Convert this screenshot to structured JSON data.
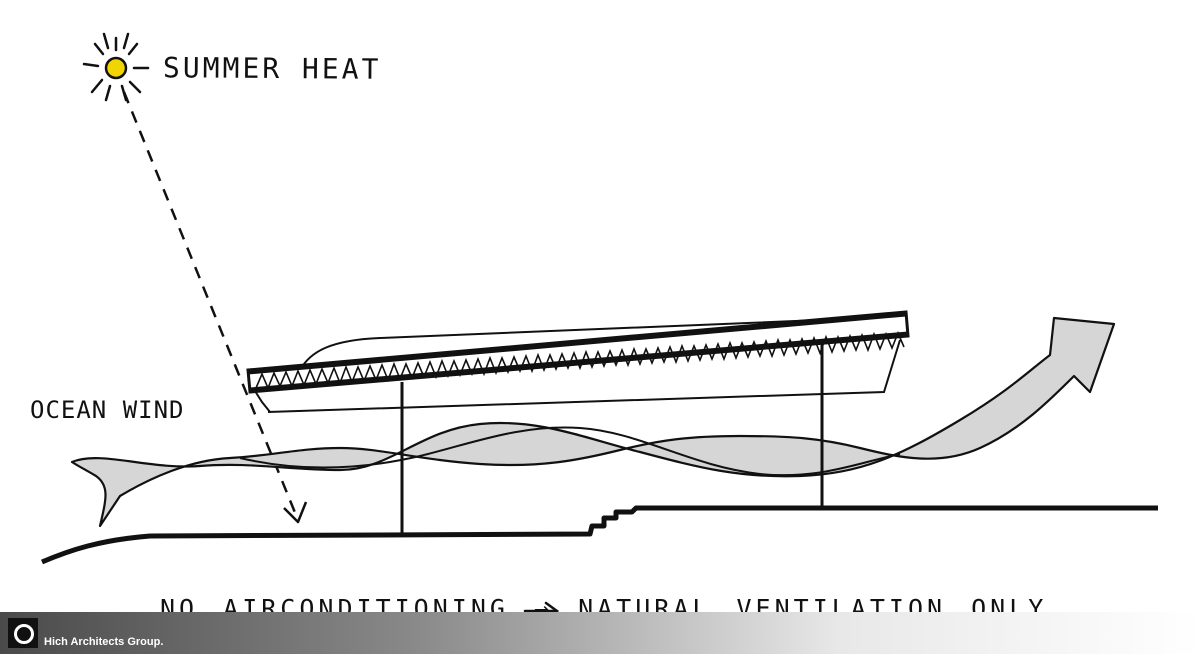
{
  "labels": {
    "summer_heat": "SUMMER HEAT",
    "ocean_wind": "OCEAN WIND",
    "caption": "NO AIRCONDITIONING → NATURAL VENTILATION ONLY"
  },
  "footer": {
    "credit": "Hich Architects Group.",
    "logo_icon": "circle-logo-icon"
  },
  "colors": {
    "ink": "#111111",
    "sun_fill": "#f2d500",
    "wind_fill": "#d6d6d6"
  }
}
